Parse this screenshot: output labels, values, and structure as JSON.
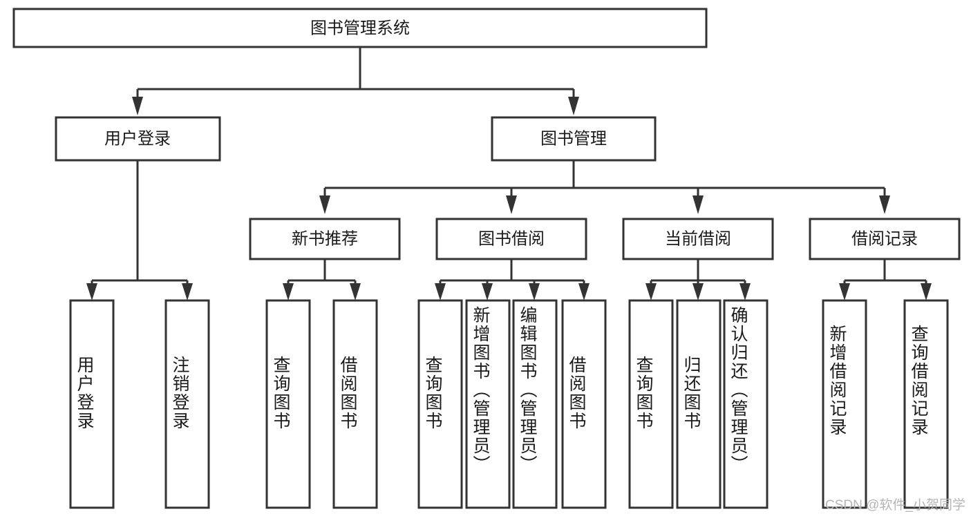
{
  "diagram": {
    "title": "图书管理系统",
    "type": "tree-hierarchy-chart",
    "colors": {
      "box_stroke": "#333333",
      "box_fill": "#ffffff",
      "connector": "#333333",
      "text": "#1a1a1a",
      "watermark": "#b5b5b5",
      "background": "#ffffff"
    },
    "root": {
      "label": "图书管理系统"
    },
    "level2": [
      {
        "label": "用户登录"
      },
      {
        "label": "图书管理"
      }
    ],
    "level3": [
      {
        "label": "新书推荐"
      },
      {
        "label": "图书借阅"
      },
      {
        "label": "当前借阅"
      },
      {
        "label": "借阅记录"
      }
    ],
    "leaves": {
      "user_login": [
        {
          "label": "用户登录"
        },
        {
          "label": "注销登录"
        }
      ],
      "new_book_recommend": [
        {
          "label": "查询图书"
        },
        {
          "label": "借阅图书"
        }
      ],
      "book_borrow": [
        {
          "label": "查询图书"
        },
        {
          "label": "新增图书（管理员）"
        },
        {
          "label": "编辑图书（管理员）"
        },
        {
          "label": "借阅图书"
        }
      ],
      "current_borrow": [
        {
          "label": "查询图书"
        },
        {
          "label": "归还图书"
        },
        {
          "label": "确认归还（管理员）"
        }
      ],
      "borrow_record": [
        {
          "label": "新增借阅记录"
        },
        {
          "label": "查询借阅记录"
        }
      ]
    },
    "watermark": "CSDN @软件_小贺同学"
  }
}
